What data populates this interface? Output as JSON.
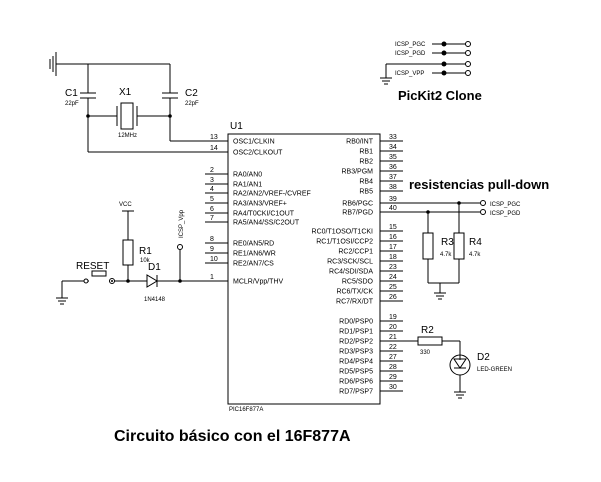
{
  "title": "Circuito básico con el 16F877A",
  "pickit": {
    "title": "PicKit2 Clone",
    "pins": [
      "ICSP_PGC",
      "ICSP_PGD",
      "ICSP_VPP"
    ]
  },
  "pulldown": {
    "title": "resistencias pull-down",
    "pins": [
      "ICSP_PGC",
      "ICSP_PGD"
    ]
  },
  "ic": {
    "ref": "U1",
    "part": "PIC16F877A",
    "left_pins": [
      {
        "num": "13",
        "name": "OSC1/CLKIN"
      },
      {
        "num": "14",
        "name": "OSC2/CLKOUT"
      },
      {
        "num": "2",
        "name": "RA0/AN0"
      },
      {
        "num": "3",
        "name": "RA1/AN1"
      },
      {
        "num": "4",
        "name": "RA2/AN2/VREF-/CVREF"
      },
      {
        "num": "5",
        "name": "RA3/AN3/VREF+"
      },
      {
        "num": "6",
        "name": "RA4/T0CKI/C1OUT"
      },
      {
        "num": "7",
        "name": "RA5/AN4/SS/C2OUT"
      },
      {
        "num": "8",
        "name": "RE0/AN5/RD"
      },
      {
        "num": "9",
        "name": "RE1/AN6/WR"
      },
      {
        "num": "10",
        "name": "RE2/AN7/CS"
      },
      {
        "num": "1",
        "name": "MCLR/Vpp/THV"
      }
    ],
    "right_pins_b": [
      {
        "num": "33",
        "name": "RB0/INT"
      },
      {
        "num": "34",
        "name": "RB1"
      },
      {
        "num": "35",
        "name": "RB2"
      },
      {
        "num": "36",
        "name": "RB3/PGM"
      },
      {
        "num": "37",
        "name": "RB4"
      },
      {
        "num": "38",
        "name": "RB5"
      },
      {
        "num": "39",
        "name": "RB6/PGC"
      },
      {
        "num": "40",
        "name": "RB7/PGD"
      }
    ],
    "right_pins_c": [
      {
        "num": "15",
        "name": "RC0/T1OSO/T1CKI"
      },
      {
        "num": "16",
        "name": "RC1/T1OSI/CCP2"
      },
      {
        "num": "17",
        "name": "RC2/CCP1"
      },
      {
        "num": "18",
        "name": "RC3/SCK/SCL"
      },
      {
        "num": "23",
        "name": "RC4/SDI/SDA"
      },
      {
        "num": "24",
        "name": "RC5/SDO"
      },
      {
        "num": "25",
        "name": "RC6/TX/CK"
      },
      {
        "num": "26",
        "name": "RC7/RX/DT"
      }
    ],
    "right_pins_d": [
      {
        "num": "19",
        "name": "RD0/PSP0"
      },
      {
        "num": "20",
        "name": "RD1/PSP1"
      },
      {
        "num": "21",
        "name": "RD2/PSP2"
      },
      {
        "num": "22",
        "name": "RD3/PSP3"
      },
      {
        "num": "27",
        "name": "RD4/PSP4"
      },
      {
        "num": "28",
        "name": "RD5/PSP5"
      },
      {
        "num": "29",
        "name": "RD6/PSP6"
      },
      {
        "num": "30",
        "name": "RD7/PSP7"
      }
    ]
  },
  "components": {
    "c1": {
      "ref": "C1",
      "value": "22pF"
    },
    "c2": {
      "ref": "C2",
      "value": "22pF"
    },
    "x1": {
      "ref": "X1",
      "value": "12MHz"
    },
    "r1": {
      "ref": "R1",
      "value": "10k"
    },
    "r2": {
      "ref": "R2",
      "value": "330"
    },
    "r3": {
      "ref": "R3",
      "value": "4.7k"
    },
    "r4": {
      "ref": "R4",
      "value": "4.7k"
    },
    "d1": {
      "ref": "D1",
      "value": "1N4148"
    },
    "d2": {
      "ref": "D2",
      "value": "LED-GREEN"
    },
    "reset": "RESET",
    "vcc": "VCC",
    "icsp_vpp": "ICSP_Vpp"
  }
}
